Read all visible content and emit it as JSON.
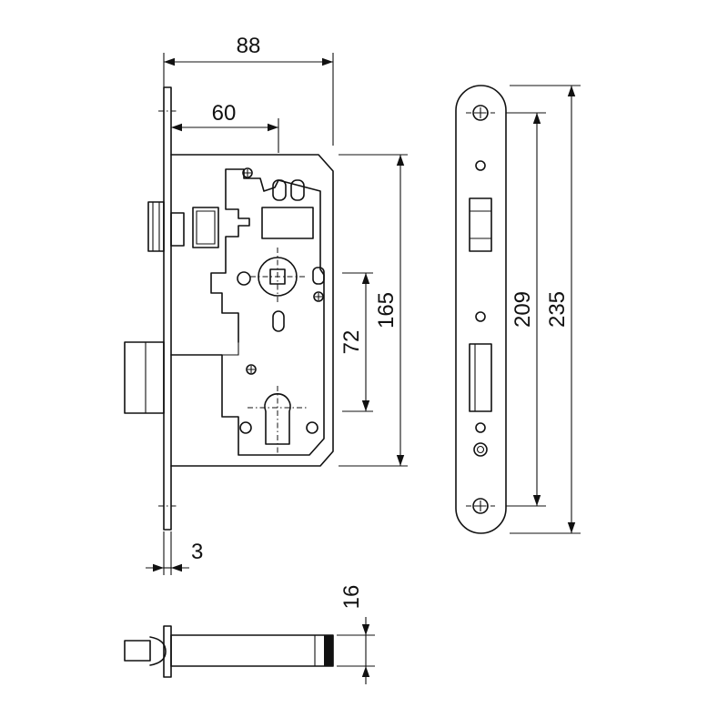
{
  "drawing": {
    "dimensions": {
      "backset_to_faceplate_outer": "88",
      "backset": "60",
      "case_height": "165",
      "follower_to_cylinder": "72",
      "faceplate_thickness": "3",
      "screw_spacing": "209",
      "faceplate_length": "235",
      "faceplate_width": "16"
    }
  }
}
